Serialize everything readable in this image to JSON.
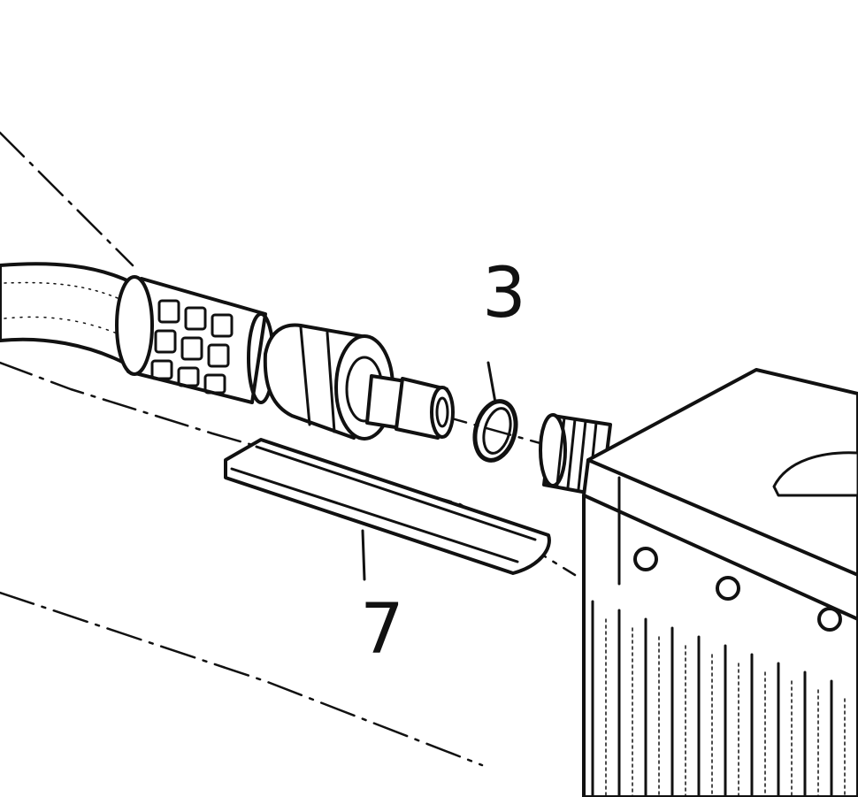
{
  "diagram": {
    "callouts": [
      {
        "id": "3",
        "label": "3",
        "part": "o-ring-seal"
      },
      {
        "id": "7",
        "label": "7",
        "part": "flat-gasket-strip"
      }
    ]
  }
}
